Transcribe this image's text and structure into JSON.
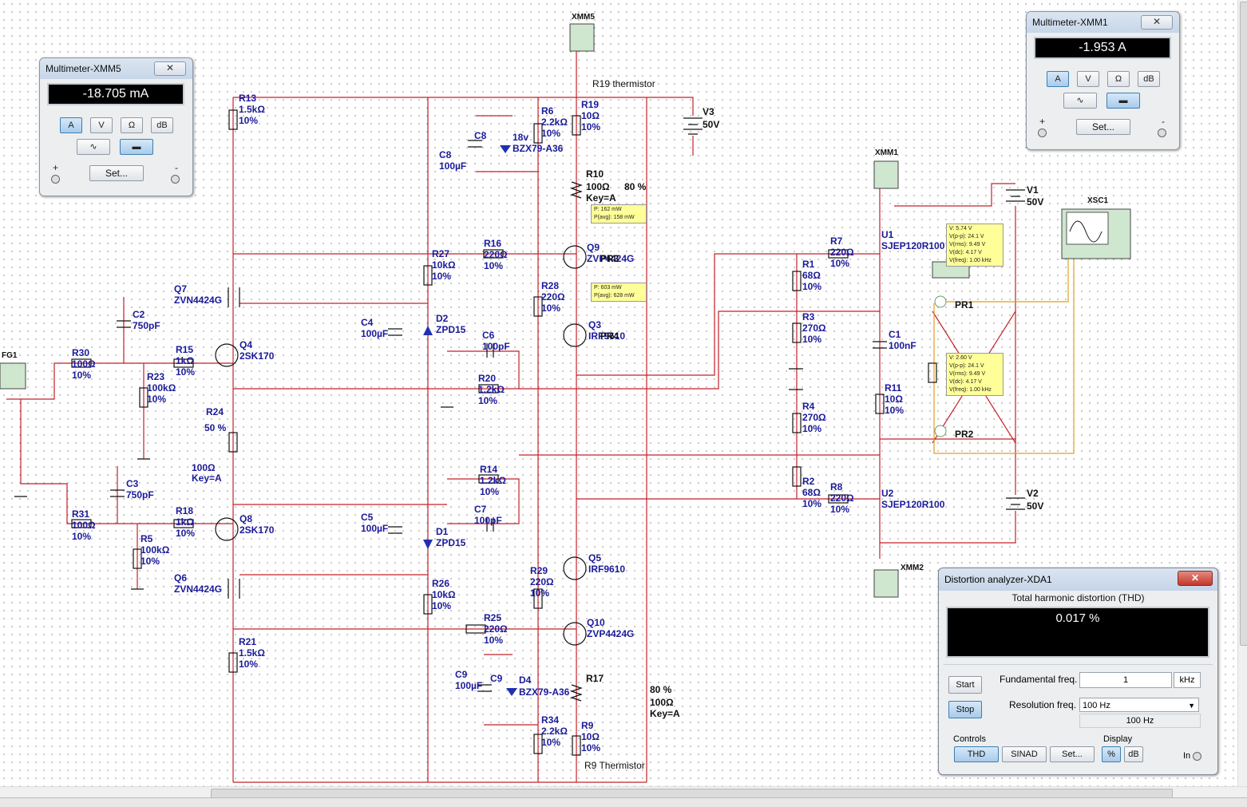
{
  "colors": {
    "wire": "#c4202a",
    "probe_wire": "#e0a020",
    "label": "#1a1a9a",
    "display_bg": "#000000"
  },
  "schematic": {
    "components": [
      {
        "id": "R13",
        "v": "1.5kΩ",
        "t": "10%"
      },
      {
        "id": "R21",
        "v": "1.5kΩ",
        "t": "10%"
      },
      {
        "id": "R27",
        "v": "10kΩ",
        "t": "10%"
      },
      {
        "id": "R26",
        "v": "10kΩ",
        "t": "10%"
      },
      {
        "id": "R16",
        "v": "220Ω",
        "t": "10%"
      },
      {
        "id": "R25",
        "v": "220Ω",
        "t": "10%"
      },
      {
        "id": "R6",
        "v": "2.2kΩ",
        "t": "10%"
      },
      {
        "id": "R34",
        "v": "2.2kΩ",
        "t": "10%"
      },
      {
        "id": "R28",
        "v": "220Ω",
        "t": "10%"
      },
      {
        "id": "R29",
        "v": "220Ω",
        "t": "10%"
      },
      {
        "id": "R19",
        "v": "10Ω",
        "t": "10%"
      },
      {
        "id": "R9",
        "v": "10Ω",
        "t": "10%"
      },
      {
        "id": "R20",
        "v": "1.2kΩ",
        "t": "10%"
      },
      {
        "id": "R14",
        "v": "1.2kΩ",
        "t": "10%"
      },
      {
        "id": "R30",
        "v": "100Ω",
        "t": "10%"
      },
      {
        "id": "R31",
        "v": "100Ω",
        "t": "10%"
      },
      {
        "id": "R15",
        "v": "1kΩ",
        "t": "10%"
      },
      {
        "id": "R18",
        "v": "1kΩ",
        "t": "10%"
      },
      {
        "id": "R23",
        "v": "100kΩ",
        "t": "10%"
      },
      {
        "id": "R5",
        "v": "100kΩ",
        "t": "10%"
      },
      {
        "id": "R1",
        "v": "68Ω",
        "t": "10%"
      },
      {
        "id": "R2",
        "v": "68Ω",
        "t": "10%"
      },
      {
        "id": "R3",
        "v": "270Ω",
        "t": "10%"
      },
      {
        "id": "R4",
        "v": "270Ω",
        "t": "10%"
      },
      {
        "id": "R7",
        "v": "220Ω",
        "t": "10%"
      },
      {
        "id": "R8",
        "v": "220Ω",
        "t": "10%"
      },
      {
        "id": "R11",
        "v": "10Ω",
        "t": "10%"
      },
      {
        "id": "C2",
        "v": "750pF",
        "t": ""
      },
      {
        "id": "C3",
        "v": "750pF",
        "t": ""
      },
      {
        "id": "C4",
        "v": "100µF",
        "t": ""
      },
      {
        "id": "C5",
        "v": "100µF",
        "t": ""
      },
      {
        "id": "C6",
        "v": "100pF",
        "t": ""
      },
      {
        "id": "C7",
        "v": "100pF",
        "t": ""
      },
      {
        "id": "C8",
        "v": "100µF",
        "t": ""
      },
      {
        "id": "C9",
        "v": "100µF",
        "t": ""
      },
      {
        "id": "C1",
        "v": "100nF",
        "t": ""
      },
      {
        "id": "D2",
        "v": "ZPD15",
        "t": ""
      },
      {
        "id": "D1",
        "v": "ZPD15",
        "t": ""
      },
      {
        "id": "Q4",
        "v": "2SK170",
        "t": ""
      },
      {
        "id": "Q8",
        "v": "2SK170",
        "t": ""
      },
      {
        "id": "Q7",
        "v": "ZVN4424G",
        "t": ""
      },
      {
        "id": "Q6",
        "v": "ZVN4424G",
        "t": ""
      },
      {
        "id": "Q9",
        "v": "ZVP4424G",
        "t": ""
      },
      {
        "id": "Q3",
        "v": "IRF9610",
        "t": ""
      },
      {
        "id": "Q5",
        "v": "IRF9610",
        "t": ""
      },
      {
        "id": "Q10",
        "v": "ZVP4424G",
        "t": ""
      },
      {
        "id": "U1",
        "v": "SJEP120R100",
        "t": ""
      },
      {
        "id": "U2",
        "v": "SJEP120R100",
        "t": ""
      }
    ],
    "extra_labels": {
      "r19_note": "R19 thermistor",
      "r9_note": "R9 Thermistor",
      "c8_zener": "18v",
      "d3": "BZX79-A36",
      "d4": "BZX79-A36",
      "d4_id": "D4",
      "c9": "C9",
      "c8": "C8",
      "r10": "R10",
      "r10_val": "100Ω",
      "r10_pct": "80 %",
      "r10_key": "Key=A",
      "r17": "R17",
      "r17_pct": "80 %",
      "r17_val": "100Ω",
      "r17_key": "Key=A",
      "r24": "R24",
      "r24_pct": "50 %",
      "r24_val": "100Ω",
      "r24_key": "Key=A",
      "v3": "V3",
      "v3_val": "50V",
      "v1": "V1",
      "v1_val": "50V",
      "v2": "V2",
      "v2_val": "50V",
      "xmm5": "XMM5",
      "xmm1": "XMM1",
      "xmm2": "XMM2",
      "xsc1": "XSC1",
      "xfg": "FG1",
      "pr1": "PR1",
      "pr2": "PR2",
      "pr3": "PR3",
      "pr4": "PR4"
    },
    "power_probes": [
      {
        "p": "P: 162 mW",
        "pavg": "P(avg): 158 mW"
      },
      {
        "p": "P: 603 mW",
        "pavg": "P(avg): 628 mW"
      }
    ],
    "voltage_probes": [
      {
        "l1": "V: 5.74 V",
        "l2": "V(p-p): 24.1 V",
        "l3": "V(rms): 9.49 V",
        "l4": "V(dc): 4.17 V",
        "l5": "V(freq): 1.00 kHz"
      },
      {
        "l1": "V: 2.60 V",
        "l2": "V(p-p): 24.1 V",
        "l3": "V(rms): 9.49 V",
        "l4": "V(dc): 4.17 V",
        "l5": "V(freq): 1.00 kHz"
      }
    ]
  },
  "mm5": {
    "title": "Multimeter-XMM5",
    "reading": "-18.705 mA",
    "btn_a": "A",
    "btn_v": "V",
    "btn_ohm": "Ω",
    "btn_db": "dB",
    "set": "Set...",
    "plus": "+",
    "minus": "-",
    "close": "✕"
  },
  "mm1": {
    "title": "Multimeter-XMM1",
    "reading": "-1.953 A",
    "btn_a": "A",
    "btn_v": "V",
    "btn_ohm": "Ω",
    "btn_db": "dB",
    "set": "Set...",
    "plus": "+",
    "minus": "-",
    "close": "✕"
  },
  "xda": {
    "title": "Distortion analyzer-XDA1",
    "close": "✕",
    "heading": "Total harmonic distortion (THD)",
    "reading": "0.017 %",
    "start": "Start",
    "stop": "Stop",
    "fund_label": "Fundamental freq.",
    "fund_value": "1",
    "fund_unit": "kHz",
    "res_label": "Resolution freq.",
    "res_value": "100 Hz",
    "res_readout": "100 Hz",
    "controls": "Controls",
    "thd": "THD",
    "sinad": "SINAD",
    "set": "Set...",
    "display": "Display",
    "pct": "%",
    "db": "dB",
    "in": "In"
  }
}
